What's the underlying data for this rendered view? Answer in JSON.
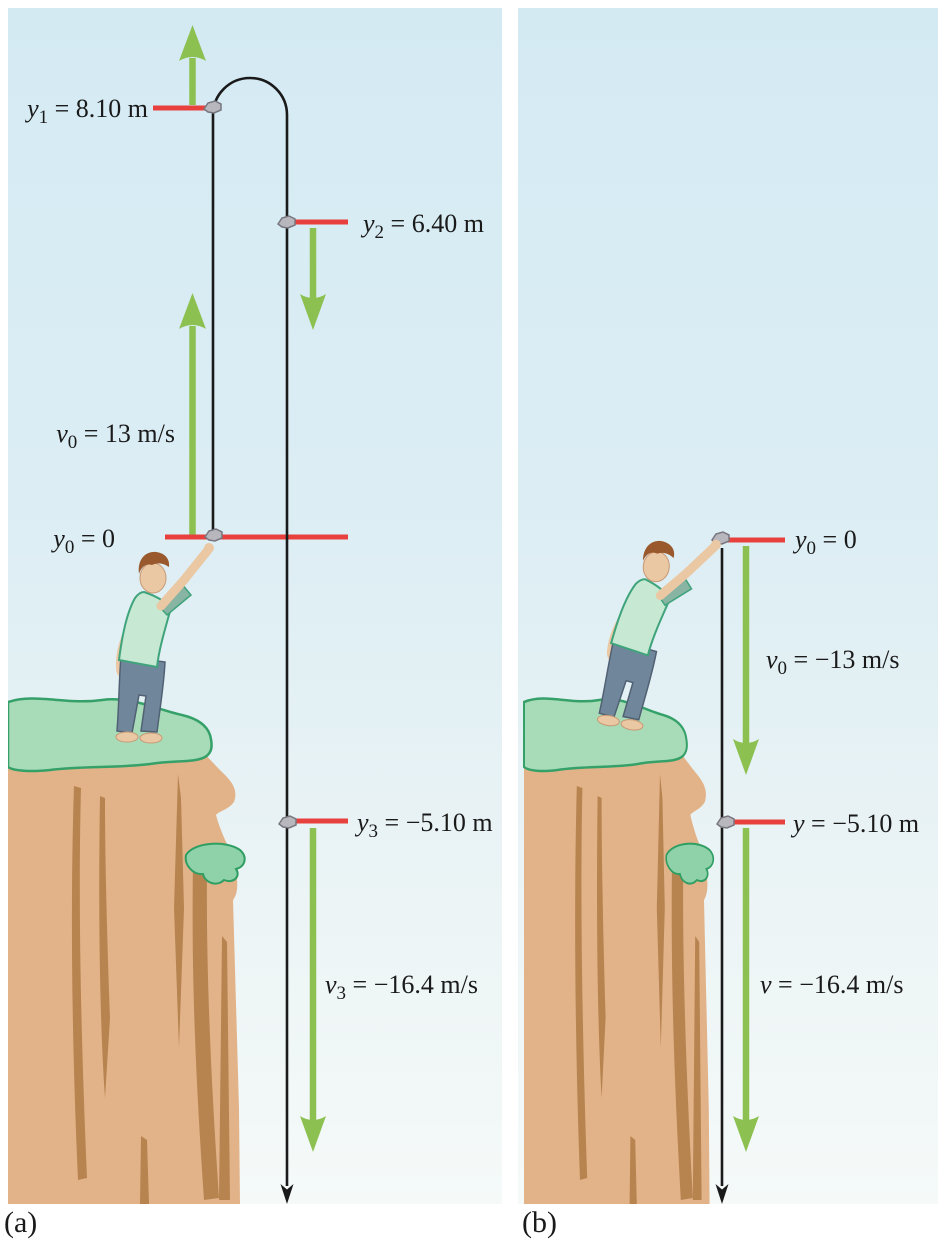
{
  "figure": {
    "panels": [
      {
        "caption": "(a)",
        "labels": {
          "y1": {
            "var": "y",
            "sub": "1",
            "rest": " = 8.10 m"
          },
          "y2": {
            "var": "y",
            "sub": "2",
            "rest": " = 6.40 m"
          },
          "v0": {
            "var": "v",
            "sub": "0",
            "rest": " = 13 m/s"
          },
          "y0": {
            "var": "y",
            "sub": "0",
            "rest": " = 0"
          },
          "y3": {
            "var": "y",
            "sub": "3",
            "rest": " = −5.10 m"
          },
          "v3": {
            "var": "v",
            "sub": "3",
            "rest": " = −16.4 m/s"
          }
        }
      },
      {
        "caption": "(b)",
        "labels": {
          "y0": {
            "var": "y",
            "sub": "0",
            "rest": " = 0"
          },
          "v0": {
            "var": "v",
            "sub": "0",
            "rest": " = −13 m/s"
          },
          "y": {
            "var": "y",
            "rest": " = −5.10 m"
          },
          "v": {
            "var": "v",
            "rest": " = −16.4 m/s"
          }
        }
      }
    ],
    "colors": {
      "background_top": "#d4eaf3",
      "background_bottom": "#f5faf9",
      "marker_red": "#e8413d",
      "velocity_green": "#8cc152",
      "trajectory_black": "#1a1a1a",
      "cliff_tan": "#e2b389",
      "cliff_streak": "#b78450",
      "grass_green": "#a8dbb8",
      "grass_outline": "#35a169",
      "rock_gray": "#b9b7be"
    }
  }
}
